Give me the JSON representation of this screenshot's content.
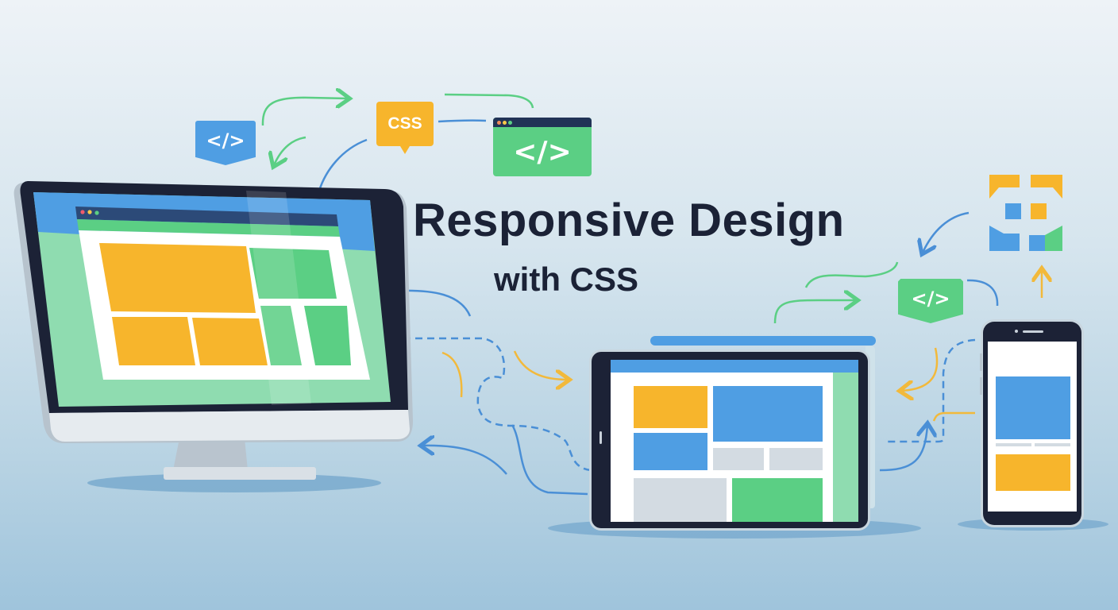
{
  "title": "Responsive Design",
  "subtitle": "with CSS",
  "icons": {
    "code_tag_blue": "</>",
    "code_tag_green": "</>",
    "css_bubble": "CSS",
    "code_window": "</>"
  },
  "devices": [
    "desktop-monitor",
    "tablet",
    "smartphone"
  ],
  "colors": {
    "blue": "#4f9ee3",
    "green": "#5bcf84",
    "yellow": "#f7b52c",
    "dark": "#1c2236",
    "light_gray": "#d3dbe2",
    "text": "#1b2236"
  }
}
